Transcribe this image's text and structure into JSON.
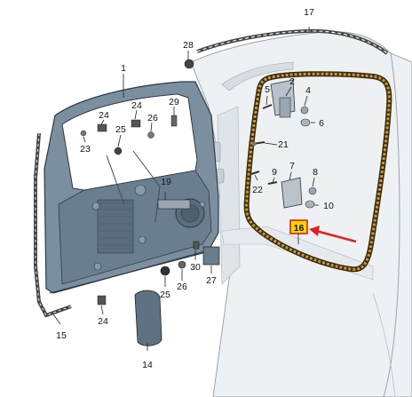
{
  "diagram": {
    "callouts": [
      {
        "id": "1",
        "text": "1"
      },
      {
        "id": "2",
        "text": "2"
      },
      {
        "id": "4",
        "text": "4"
      },
      {
        "id": "5",
        "text": "5"
      },
      {
        "id": "6",
        "text": "6"
      },
      {
        "id": "7",
        "text": "7"
      },
      {
        "id": "8",
        "text": "8"
      },
      {
        "id": "9",
        "text": "9"
      },
      {
        "id": "10",
        "text": "10"
      },
      {
        "id": "14",
        "text": "14"
      },
      {
        "id": "15",
        "text": "15"
      },
      {
        "id": "16",
        "text": "16"
      },
      {
        "id": "17",
        "text": "17"
      },
      {
        "id": "19",
        "text": "19"
      },
      {
        "id": "21",
        "text": "21"
      },
      {
        "id": "22",
        "text": "22"
      },
      {
        "id": "23",
        "text": "23"
      },
      {
        "id": "24a",
        "text": "24"
      },
      {
        "id": "24b",
        "text": "24"
      },
      {
        "id": "24c",
        "text": "24"
      },
      {
        "id": "25a",
        "text": "25"
      },
      {
        "id": "25b",
        "text": "25"
      },
      {
        "id": "26a",
        "text": "26"
      },
      {
        "id": "26b",
        "text": "26"
      },
      {
        "id": "27",
        "text": "27"
      },
      {
        "id": "28",
        "text": "28"
      },
      {
        "id": "29",
        "text": "29"
      },
      {
        "id": "30",
        "text": "30"
      }
    ],
    "highlight": {
      "callout": "16",
      "box_color": "#f5d800",
      "border_color": "#e02020",
      "arrow_color": "#e02020"
    },
    "colors": {
      "door_panel": "#7b8fa0",
      "door_panel_dark": "#5e7283",
      "seal": "#c99a3a",
      "seal_dark": "#3a2a10",
      "body_light": "#eef1f4",
      "trim": "#444444"
    }
  }
}
